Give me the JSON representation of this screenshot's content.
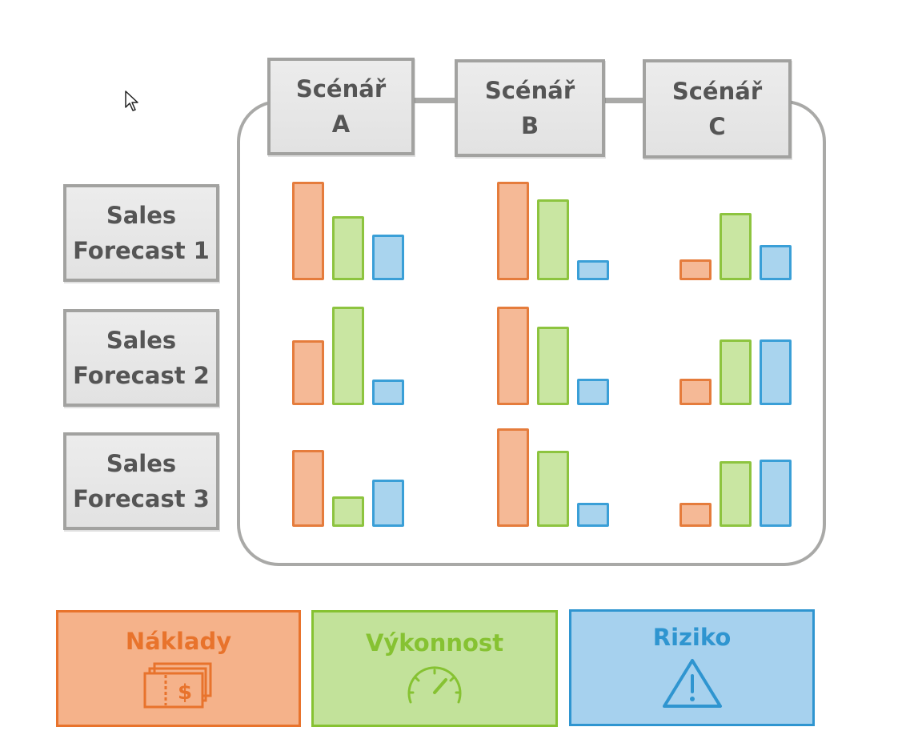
{
  "scenarios": [
    {
      "label": "Scénář\nA"
    },
    {
      "label": "Scénář\nB"
    },
    {
      "label": "Scénář\nC"
    }
  ],
  "forecasts": [
    {
      "label": "Sales\nForecast 1"
    },
    {
      "label": "Sales\nForecast 2"
    },
    {
      "label": "Sales\nForecast 3"
    }
  ],
  "grid_values": [
    [
      [
        1.0,
        0.65,
        0.46
      ],
      [
        1.0,
        0.82,
        0.2
      ],
      [
        0.21,
        0.68,
        0.36
      ]
    ],
    [
      [
        0.66,
        1.0,
        0.26
      ],
      [
        1.0,
        0.8,
        0.27
      ],
      [
        0.27,
        0.67,
        0.67
      ]
    ],
    [
      [
        0.78,
        0.31,
        0.48
      ],
      [
        1.0,
        0.77,
        0.24
      ],
      [
        0.24,
        0.67,
        0.68
      ]
    ]
  ],
  "legend": {
    "costs": {
      "label": "Náklady",
      "icon": "money-stack-icon",
      "color": "#e8732c",
      "fill": "#f5b28a"
    },
    "performance": {
      "label": "Výkonnost",
      "icon": "speedometer-icon",
      "color": "#86c232",
      "fill": "#c2e29a"
    },
    "risk": {
      "label": "Riziko",
      "icon": "warning-triangle-icon",
      "color": "#2f95d0",
      "fill": "#a6d1ee"
    }
  }
}
